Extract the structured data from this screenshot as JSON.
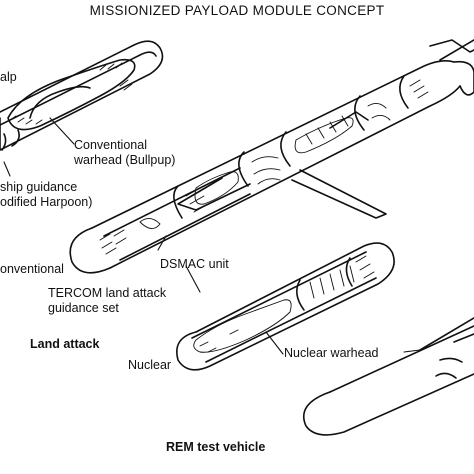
{
  "title": "MISSIONIZED PAYLOAD MODULE CONCEPT",
  "labels": {
    "alp": "alp",
    "conventional_warhead_1": "Conventional",
    "conventional_warhead_2": "warhead (Bullpup)",
    "antiship_1": "ship guidance",
    "antiship_2": "odified Harpoon)",
    "conventional_side": "onventional",
    "dsmac": "DSMAC unit",
    "tercom_1": "TERCOM land attack",
    "tercom_2": "guidance set",
    "land_attack": "Land attack",
    "nuclear": "Nuclear",
    "nuclear_warhead": "Nuclear warhead",
    "rem": "REM test vehicle"
  },
  "colors": {
    "ink": "#111111",
    "paper": "#ffffff"
  }
}
